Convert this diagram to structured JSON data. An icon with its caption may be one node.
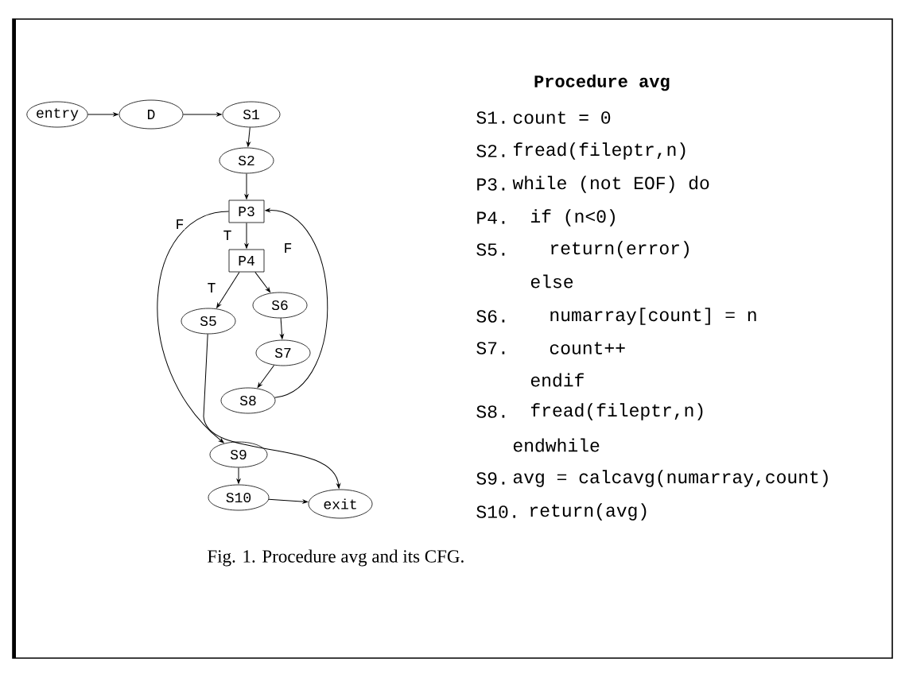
{
  "diagram": {
    "title": "Procedure avg",
    "caption": "Fig. 1. Procedure avg and its CFG.",
    "nodes": [
      {
        "text": [
          "entry"
        ]
      },
      {
        "text": [
          "D"
        ]
      },
      {
        "text": [
          "S1"
        ]
      },
      {
        "text": [
          "S2"
        ]
      },
      {
        "text": [
          "P3"
        ]
      },
      {
        "text": [
          "P4"
        ]
      },
      {
        "text": [
          "S5"
        ]
      },
      {
        "text": [
          "S6"
        ]
      },
      {
        "text": [
          "S7"
        ]
      },
      {
        "text": [
          "S8"
        ]
      },
      {
        "text": [
          "S9"
        ]
      },
      {
        "text": [
          "S10"
        ]
      },
      {
        "text": [
          "exit"
        ]
      }
    ],
    "edges": [
      {
        "from": 0,
        "to": 1,
        "arrow": "to"
      },
      {
        "from": 1,
        "to": 2,
        "arrow": "to"
      },
      {
        "from": 2,
        "to": 3,
        "arrow": "to"
      },
      {
        "from": 3,
        "to": 4,
        "arrow": "to"
      },
      {
        "from": 4,
        "to": 5,
        "arrow": "to",
        "label": "T"
      },
      {
        "from": 4,
        "to": 10,
        "arrow": "to",
        "label": "F"
      },
      {
        "from": 5,
        "to": 6,
        "arrow": "to",
        "label": "T"
      },
      {
        "from": 5,
        "to": 7,
        "arrow": "to",
        "label": "F"
      },
      {
        "from": 7,
        "to": 8,
        "arrow": "to"
      },
      {
        "from": 8,
        "to": 9,
        "arrow": "to"
      },
      {
        "from": 9,
        "to": 4,
        "arrow": "to"
      },
      {
        "from": 6,
        "to": 12,
        "arrow": "to"
      },
      {
        "from": 10,
        "to": 11,
        "arrow": "to"
      },
      {
        "from": 11,
        "to": 12,
        "arrow": "to"
      }
    ],
    "labels": [
      "S1.",
      "count = 0",
      "S2.",
      "fread(fileptr,n)",
      "P3.",
      "while (not EOF) do",
      "P4.",
      "if (n<0)",
      "S5.",
      "return(error)",
      "else",
      "S6.",
      "numarray[count] = n",
      "S7.",
      "count++",
      "endif",
      "S8.",
      "fread(fileptr,n)",
      "endwhile",
      "S9.",
      "avg = calcavg(numarray,count)",
      "S10.",
      "return(avg)"
    ]
  }
}
